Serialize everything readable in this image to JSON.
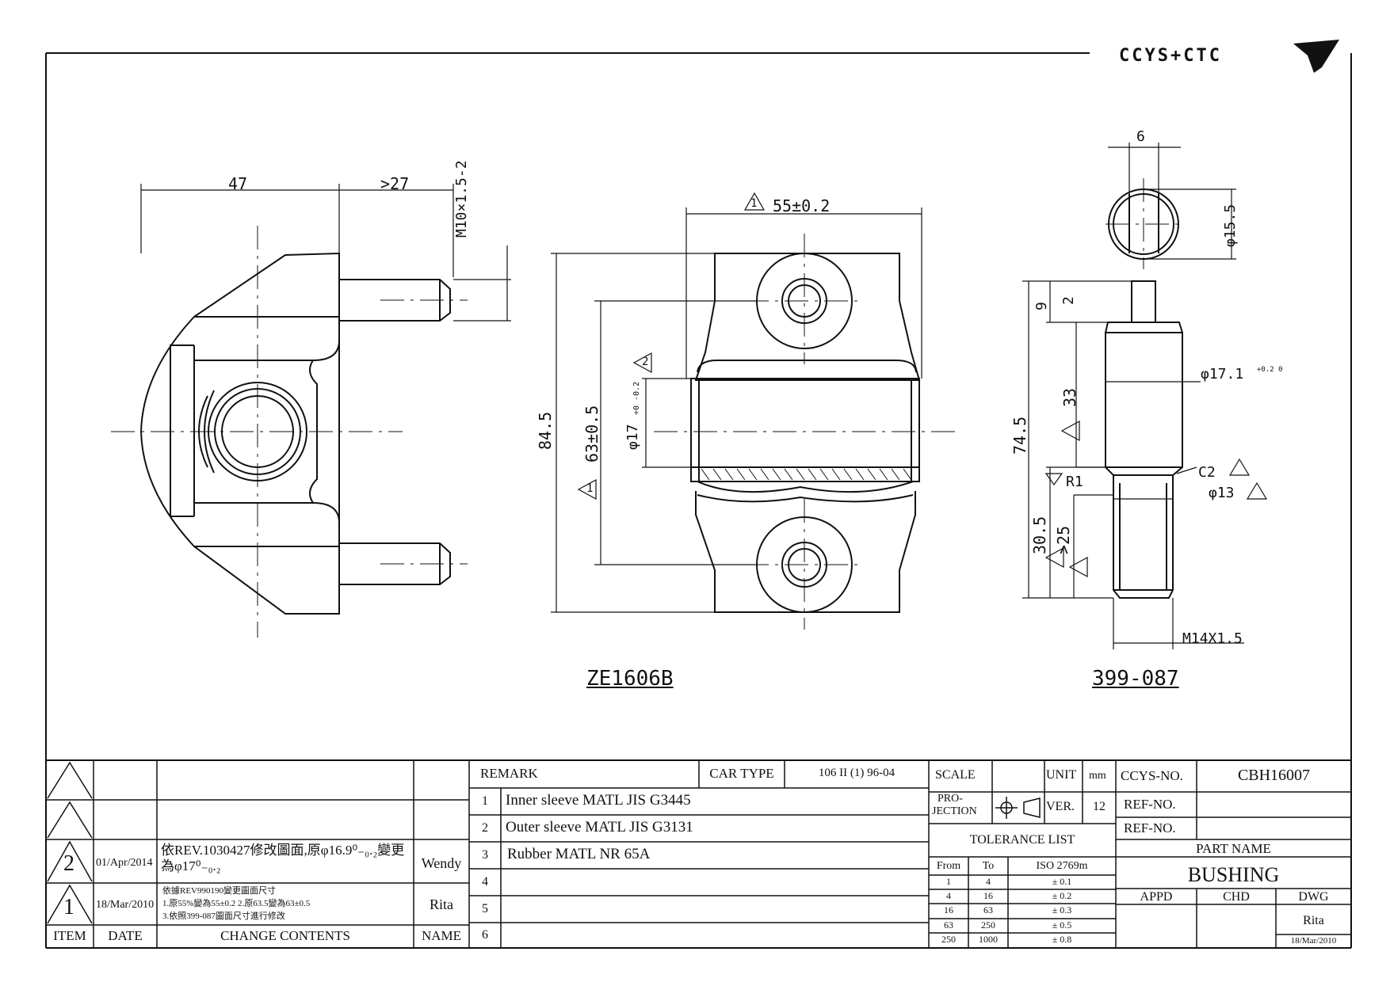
{
  "logo": {
    "text": "CCYS+CTC"
  },
  "views": {
    "left_label": "ZE1606B",
    "right_label": "399-087"
  },
  "dims": {
    "d47": "47",
    "d27": ">27",
    "m10": "M10×1.5-2",
    "d55": "55±0.2",
    "d845": "84.5",
    "d63": "63±0.5",
    "d17": "φ17",
    "d17tol": "+0 -0.2",
    "d6": "6",
    "d155": "φ15.5",
    "d9": "9",
    "d2": "2",
    "d171": "φ17.1",
    "d171tol": "+0.2 0",
    "d745": "74.5",
    "d33": "33",
    "c2": "C2",
    "r1": "R1",
    "d13": "φ13",
    "d305": "30.5",
    "d25": ">25",
    "m14": "M14X1.5",
    "tri1": "1",
    "tri2": "2"
  },
  "revisions": {
    "rows": [
      {
        "item": "2",
        "date": "01/Apr/2014",
        "content": "依REV.1030427修改圖面,原φ16.9⁰₋₀.₂變更為φ17⁰₋₀.₂",
        "name": "Wendy"
      },
      {
        "item": "1",
        "date": "18/Mar/2010",
        "content1": "依據REV990190變更圖面尺寸",
        "content2": "1.原55%變為55±0.2  2.原63.5變為63±0.5",
        "content3": "3.依照399-087圖面尺寸進行修改",
        "name": "Rita"
      }
    ],
    "header": {
      "item": "ITEM",
      "date": "DATE",
      "contents": "CHANGE CONTENTS",
      "name": "NAME"
    }
  },
  "remarks": {
    "remark_label": "REMARK",
    "car_type_label": "CAR TYPE",
    "car_type_value": "106 II (1) 96-04",
    "items": [
      {
        "n": "1",
        "text": "Inner sleeve MATL JIS G3445"
      },
      {
        "n": "2",
        "text": "Outer sleeve MATL JIS G3131"
      },
      {
        "n": "3",
        "text": "Rubber MATL NR 65A"
      },
      {
        "n": "4",
        "text": ""
      },
      {
        "n": "5",
        "text": ""
      },
      {
        "n": "6",
        "text": ""
      }
    ]
  },
  "spec": {
    "scale_label": "SCALE",
    "unit_label": "UNIT",
    "unit_value": "mm",
    "projection_label1": "PRO-",
    "projection_label2": "JECTION",
    "ver_label": "VER.",
    "ver_value": "12",
    "tolerance_title": "TOLERANCE LIST",
    "tol_header": {
      "from": "From",
      "to": "To",
      "iso": "ISO 2769m"
    },
    "tolerances": [
      {
        "from": "1",
        "to": "4",
        "tol": "± 0.1"
      },
      {
        "from": "4",
        "to": "16",
        "tol": "± 0.2"
      },
      {
        "from": "16",
        "to": "63",
        "tol": "± 0.3"
      },
      {
        "from": "63",
        "to": "250",
        "tol": "± 0.5"
      },
      {
        "from": "250",
        "to": "1000",
        "tol": "± 0.8"
      }
    ]
  },
  "ident": {
    "ccys_no_label": "CCYS-NO.",
    "ccys_no_value": "CBH16007",
    "ref_no_label1": "REF-NO.",
    "ref_no_label2": "REF-NO.",
    "part_name_label": "PART NAME",
    "part_name_value": "BUSHING",
    "appd": "APPD",
    "chd": "CHD",
    "dwg": "DWG",
    "drawer": "Rita",
    "drawn_date": "18/Mar/2010"
  }
}
